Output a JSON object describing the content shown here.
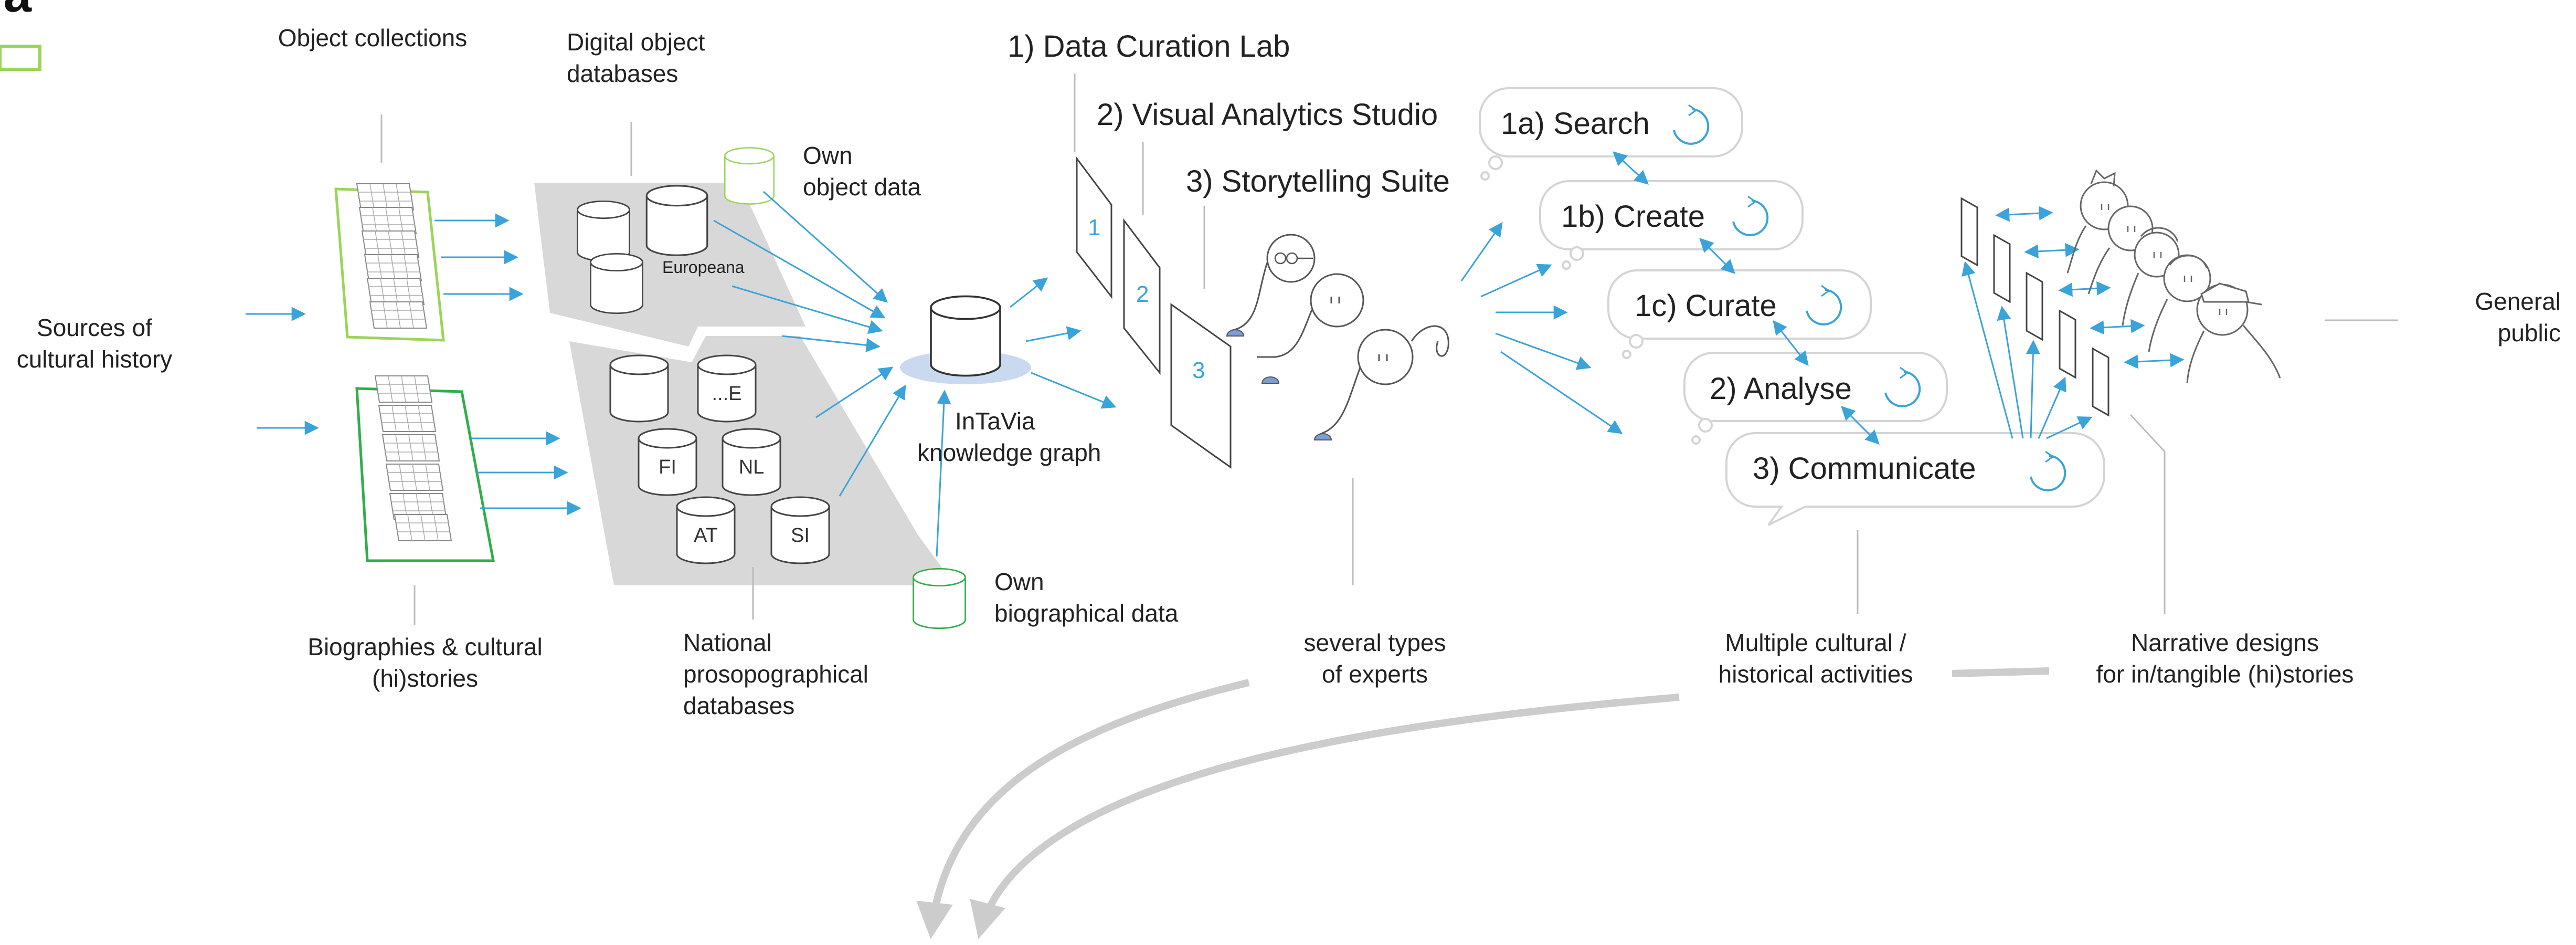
{
  "diagram": {
    "header": {
      "mark": "ia"
    },
    "sources": {
      "label_line1": "Sources of",
      "label_line2": "cultural history"
    },
    "object_collections": {
      "label": "Object collections"
    },
    "biographies": {
      "label_line1": "Biographies & cultural",
      "label_line2": "(hi)stories"
    },
    "digital_object_databases": {
      "label_line1": "Digital object",
      "label_line2": "databases",
      "europeana": "Europeana"
    },
    "national_databases": {
      "label_line1": "National",
      "label_line2": "prosopographical",
      "label_line3": "databases",
      "codes": [
        "...E",
        "FI",
        "NL",
        "AT",
        "SI"
      ]
    },
    "own_object_data": {
      "label_line1": "Own",
      "label_line2": "object data"
    },
    "own_biographical_data": {
      "label_line1": "Own",
      "label_line2": "biographical data"
    },
    "knowledge_graph": {
      "label_line1": "InTaVia",
      "label_line2": "knowledge graph"
    },
    "tools": {
      "data_curation_lab": "1) Data Curation Lab",
      "visual_analytics_studio": "2) Visual Analytics Studio",
      "storytelling_suite": "3) Storytelling Suite",
      "panel_numbers": [
        "1",
        "2",
        "3"
      ]
    },
    "experts": {
      "label_line1": "several types",
      "label_line2": "of experts"
    },
    "activities": {
      "steps": [
        {
          "label": "1a)  Search"
        },
        {
          "label": "1b)  Create"
        },
        {
          "label": "1c)  Curate"
        },
        {
          "label": "2)  Analyse"
        },
        {
          "label": "3)  Communicate"
        }
      ],
      "label_line1": "Multiple cultural /",
      "label_line2": "historical activities"
    },
    "narrative": {
      "label_line1": "Narrative designs",
      "label_line2": "for in/tangible (hi)stories"
    },
    "public": {
      "label_line1": "General",
      "label_line2": "public"
    },
    "colors": {
      "blue": "#3aa3d9",
      "light_green": "#9bd45a",
      "dark_green": "#2fae4a",
      "gray_area": "#d8d8d8",
      "line_gray": "#bbbbbb",
      "kg_disc": "#c9daf0"
    }
  }
}
